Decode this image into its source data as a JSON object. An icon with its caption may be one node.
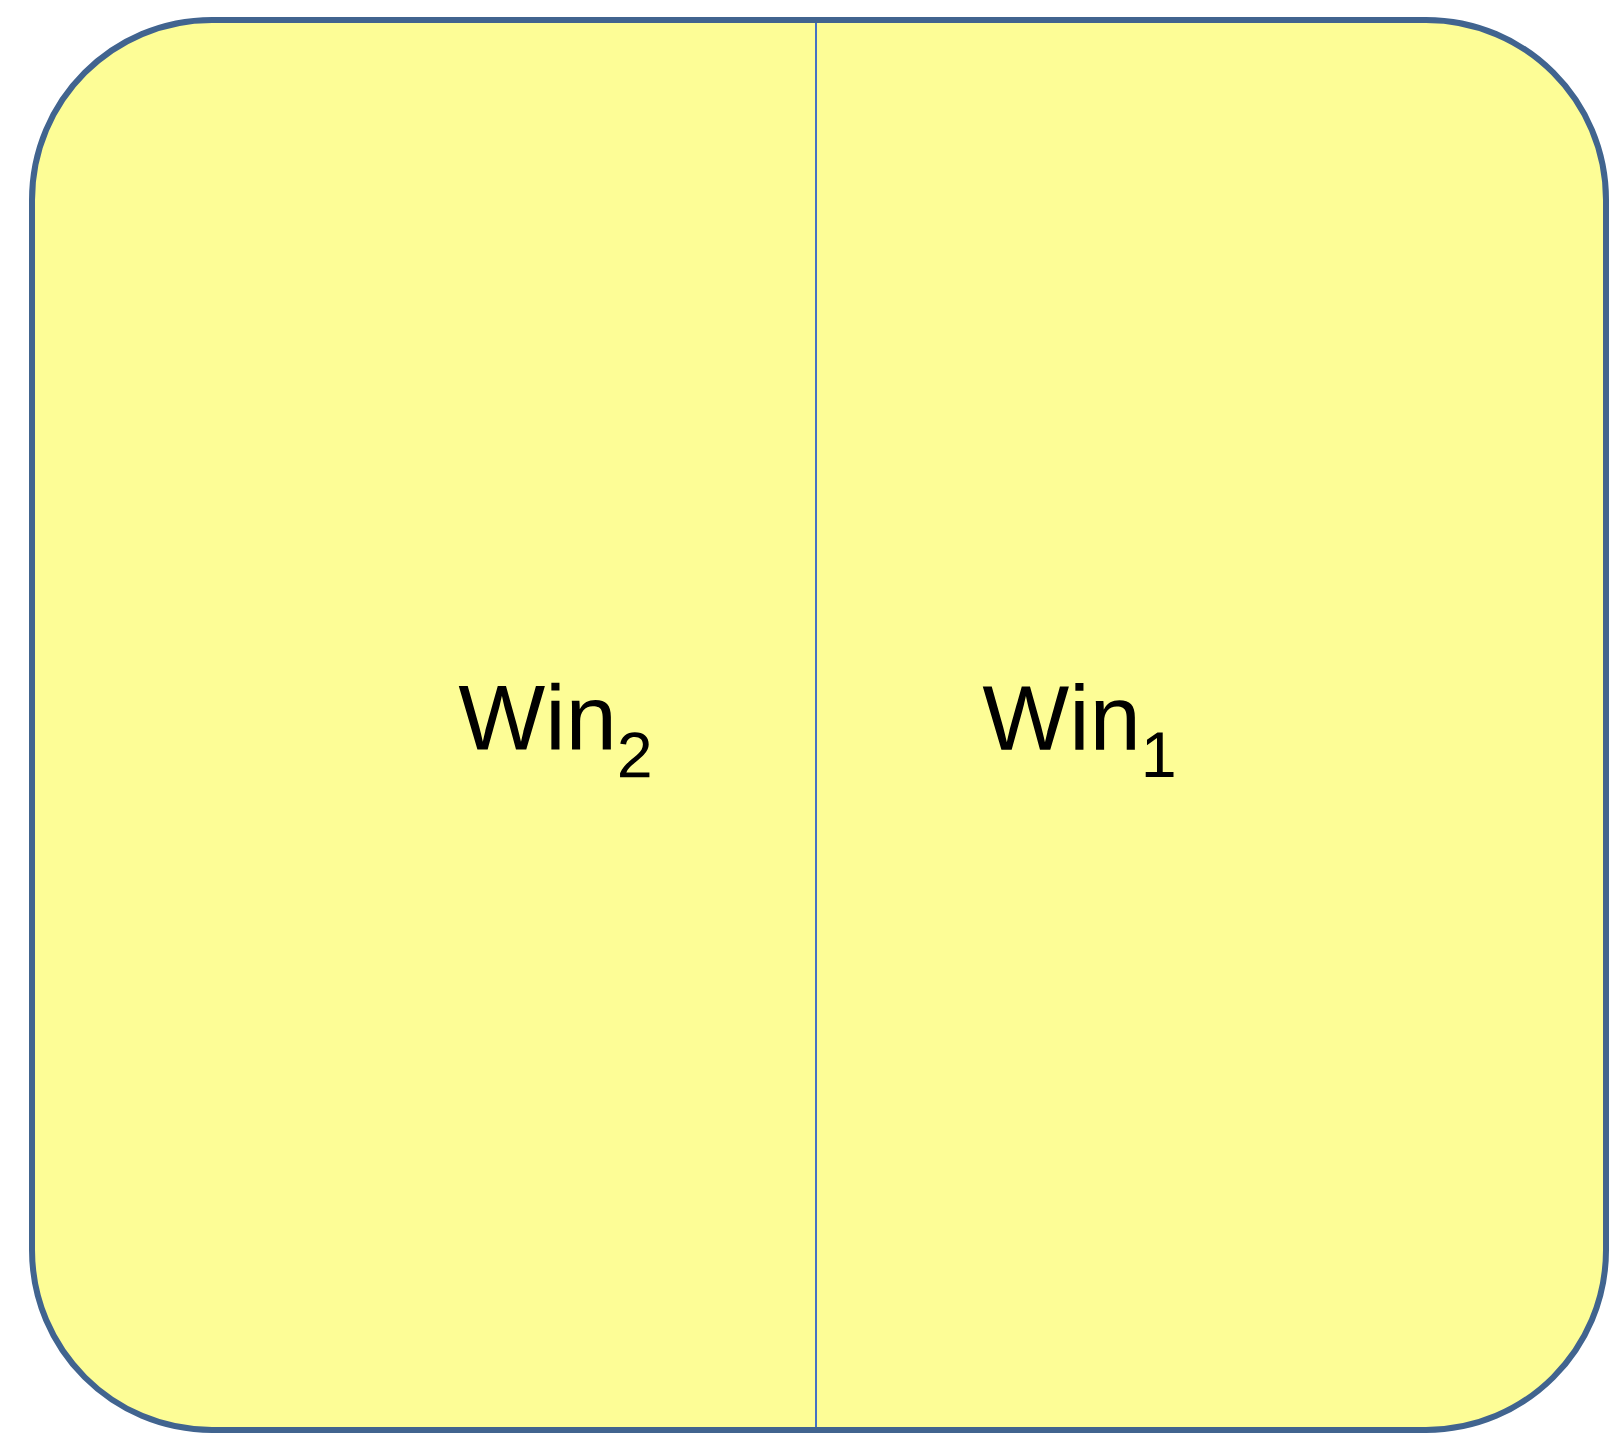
{
  "diagram": {
    "nodes": [
      {
        "text": [],
        "shape": "box"
      },
      {
        "text": [
          "Win$_{2}$"
        ],
        "in": 0
      },
      {
        "text": [
          "Win$_{1}$"
        ],
        "in": 0
      }
    ]
  }
}
